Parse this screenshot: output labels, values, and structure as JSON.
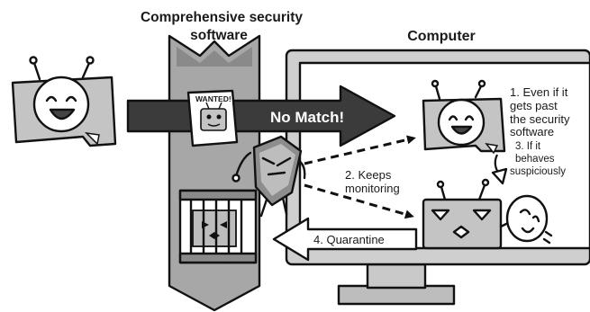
{
  "labels": {
    "software_title_line1": "Comprehensive security",
    "software_title_line2": "software",
    "computer_title": "Computer",
    "wanted_poster": "WANTED!",
    "no_match": "No Match!",
    "step1_line1": "1. Even if it",
    "step1_line2": "gets past",
    "step1_line3": "the security",
    "step1_line4": "software",
    "step2_line1": "2. Keeps",
    "step2_line2": "monitoring",
    "step3_line1": "3. If it",
    "step3_line2": "behaves",
    "step3_line3": "suspiciously",
    "step4": "4. Quarantine"
  },
  "colors": {
    "ink": "#111111",
    "banner": "#a7a7a7",
    "banner_dark": "#6f6f6f",
    "arrow_dark": "#3b3b3b",
    "monitor_bezel": "#cfcfcf",
    "robot_body": "#c4c4c4",
    "robot_face": "#ffffff"
  },
  "icons": [
    "robot-icon",
    "wanted-poster-icon",
    "shield-guard-icon",
    "jail-cage-icon",
    "caught-robot-icon",
    "suspicious-robot-icon",
    "wink-face-icon",
    "monitor-icon"
  ]
}
